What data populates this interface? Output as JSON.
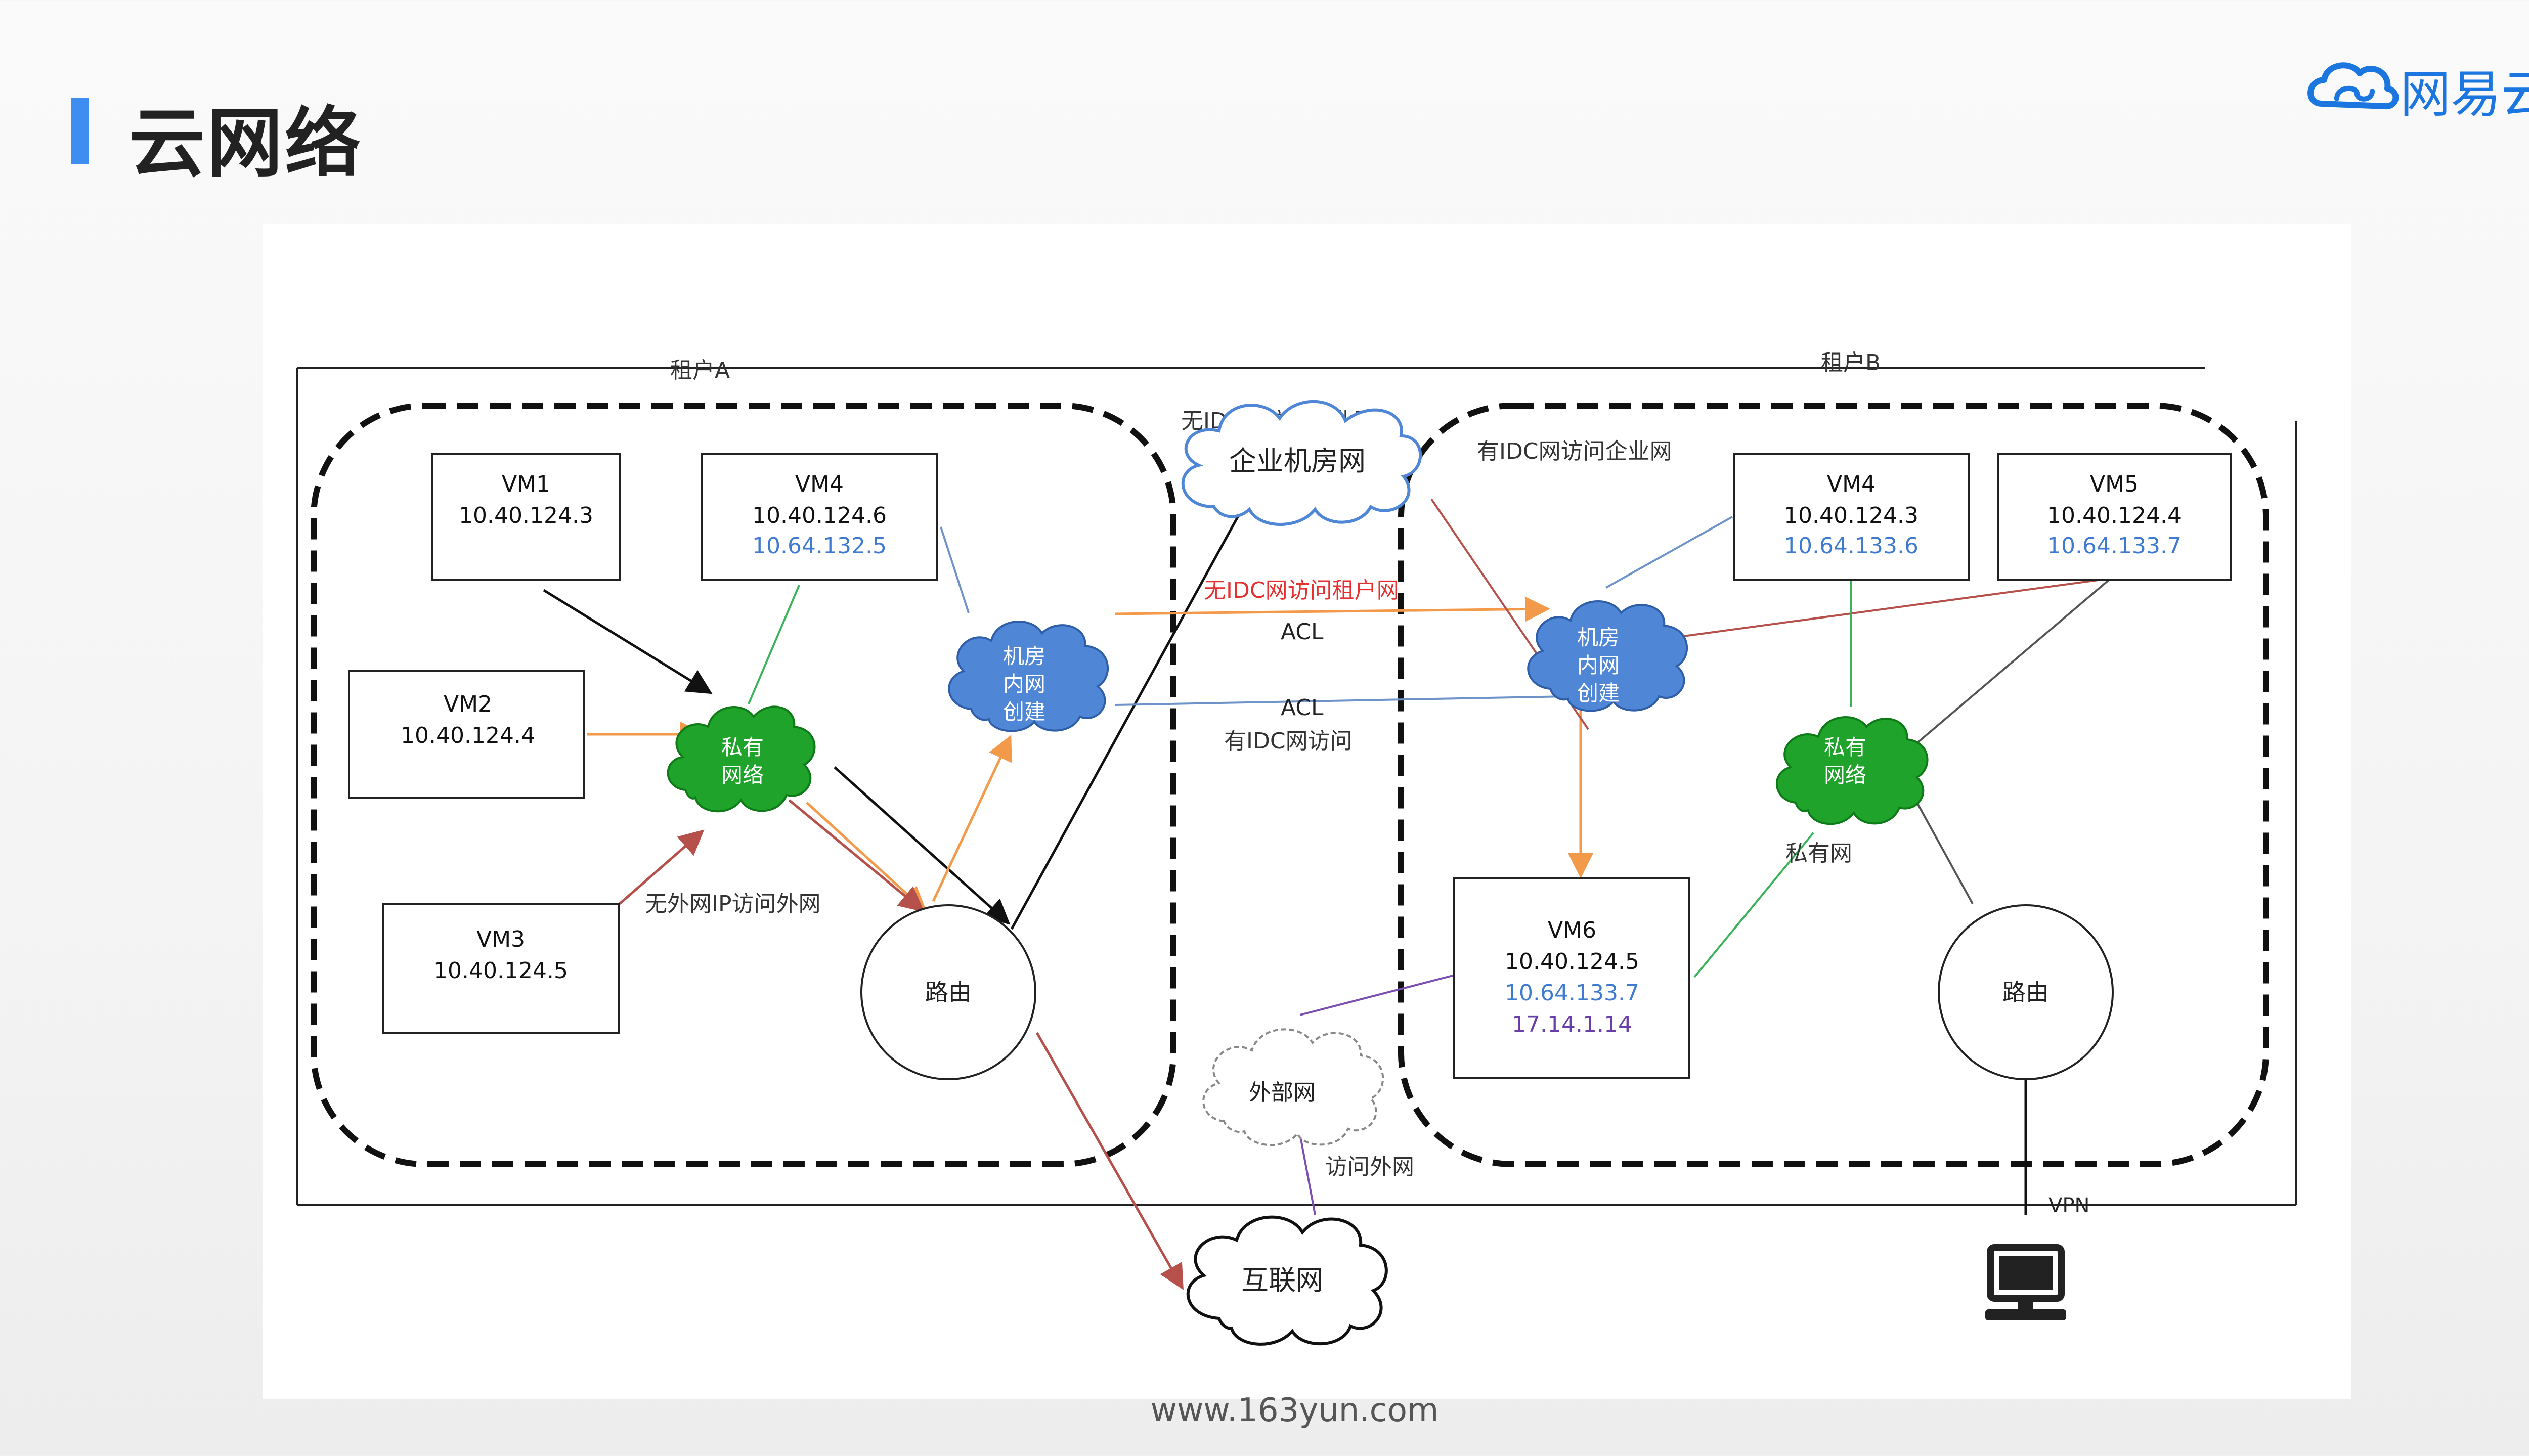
{
  "page": {
    "title": "云网络",
    "brand": "网易云",
    "footer_url": "www.163yun.com",
    "accent_color": "#3d8ef0"
  },
  "diagram": {
    "tenant_a_label": "租户A",
    "tenant_b_label": "租户B",
    "vms": {
      "a_vm1": {
        "name": "VM1",
        "ip1": "10.40.124.3"
      },
      "a_vm4": {
        "name": "VM4",
        "ip1": "10.40.124.6",
        "ip2": "10.64.132.5"
      },
      "a_vm2": {
        "name": "VM2",
        "ip1": "10.40.124.4"
      },
      "a_vm3": {
        "name": "VM3",
        "ip1": "10.40.124.5"
      },
      "b_vm4": {
        "name": "VM4",
        "ip1": "10.40.124.3",
        "ip2": "10.64.133.6"
      },
      "b_vm5": {
        "name": "VM5",
        "ip1": "10.40.124.4",
        "ip2": "10.64.133.7"
      },
      "b_vm6": {
        "name": "VM6",
        "ip1": "10.40.124.5",
        "ip2": "10.64.133.7",
        "ip3": "17.14.1.14"
      }
    },
    "clouds": {
      "enterprise": "企业机房网",
      "a_private": [
        "私有",
        "网络"
      ],
      "a_idc": [
        "机房",
        "内网",
        "创建"
      ],
      "b_idc": [
        "机房",
        "内网",
        "创建"
      ],
      "b_private": [
        "私有",
        "网络"
      ],
      "external": "外部网",
      "internet": "互联网"
    },
    "routers": {
      "a": "路由",
      "b": "路由"
    },
    "edge_labels": {
      "no_idc_enterprise": "无IDC网访问企业网",
      "has_idc_enterprise": "有IDC网访问企业网",
      "no_idc_tenant": "无IDC网访问租户网",
      "acl_1": "ACL",
      "acl_2": "ACL",
      "has_idc_access": "有IDC网访问",
      "no_external_ip": "无外网IP访问外网",
      "private_net": "私有网",
      "access_external": "访问外网",
      "vpn": "VPN"
    },
    "colors": {
      "private_cloud": "#1fa32a",
      "idc_cloud": "#4f86d6",
      "orange_link": "#f39a4a",
      "red_link": "#b5504a",
      "green_link": "#3cb35a",
      "blue_link": "#6d93c9",
      "purple_link": "#7a4fb0",
      "highlight_red": "#e53030",
      "ip_blue": "#3e7ad0",
      "ip_purple": "#6a3ea8"
    }
  }
}
